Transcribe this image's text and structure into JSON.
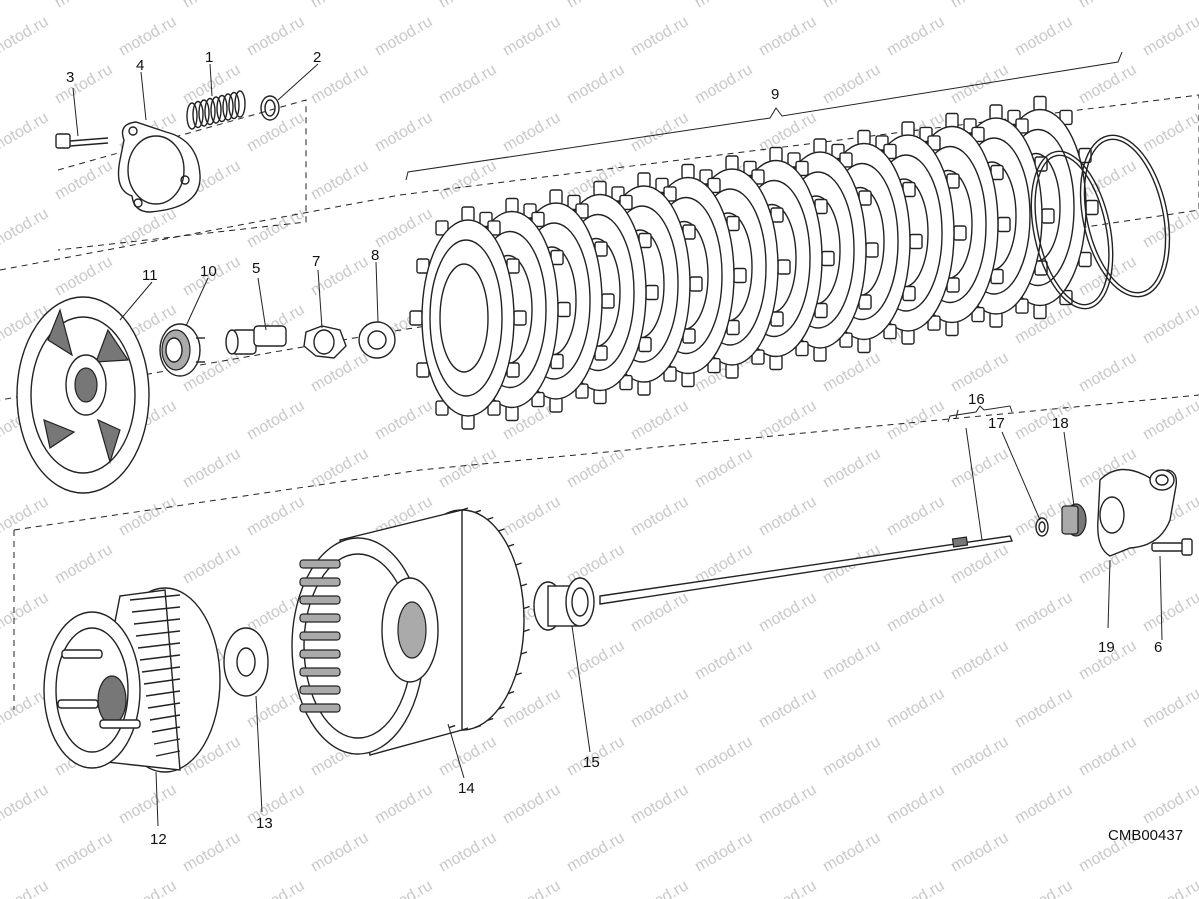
{
  "diagram": {
    "watermark": "motod.ru",
    "drawing_code": "CMB00437",
    "callouts": [
      "1",
      "2",
      "3",
      "4",
      "5",
      "6",
      "7",
      "8",
      "9",
      "10",
      "11",
      "12",
      "13",
      "14",
      "15",
      "16",
      "17",
      "18",
      "19"
    ]
  }
}
